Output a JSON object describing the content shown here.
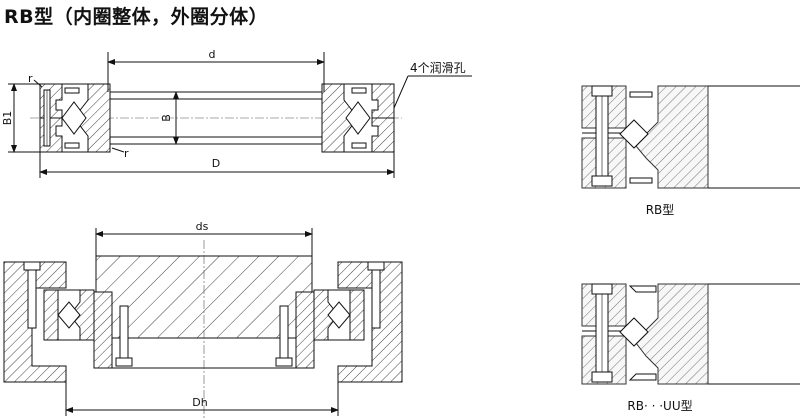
{
  "title": "RB型（内圈整体，外圈分体）",
  "labels": {
    "d": "d",
    "D": "D",
    "B": "B",
    "B1": "B1",
    "r_top": "r",
    "r_bottom": "r",
    "lube_holes": "4个润滑孔",
    "ds": "ds",
    "Dh": "Dh",
    "caption_rb": "RB型",
    "caption_rbuu": "RB· · ·UU型"
  }
}
